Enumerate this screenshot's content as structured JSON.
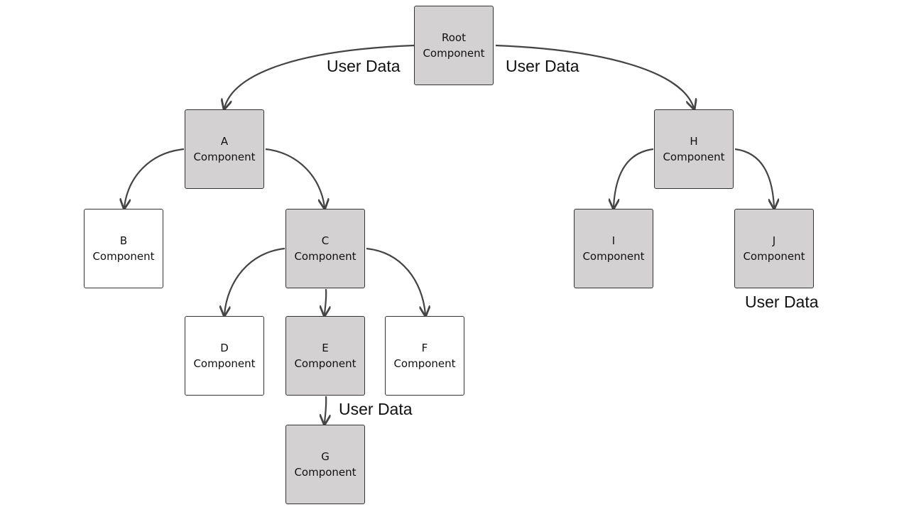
{
  "nodes": [
    {
      "id": "root",
      "name": "Root",
      "sub": "Component",
      "highlighted": true
    },
    {
      "id": "a",
      "name": "A",
      "sub": "Component",
      "highlighted": true
    },
    {
      "id": "b",
      "name": "B",
      "sub": "Component",
      "highlighted": false
    },
    {
      "id": "c",
      "name": "C",
      "sub": "Component",
      "highlighted": true
    },
    {
      "id": "d",
      "name": "D",
      "sub": "Component",
      "highlighted": false
    },
    {
      "id": "e",
      "name": "E",
      "sub": "Component",
      "highlighted": true
    },
    {
      "id": "f",
      "name": "F",
      "sub": "Component",
      "highlighted": false
    },
    {
      "id": "g",
      "name": "G",
      "sub": "Component",
      "highlighted": true
    },
    {
      "id": "h",
      "name": "H",
      "sub": "Component",
      "highlighted": true
    },
    {
      "id": "i",
      "name": "I",
      "sub": "Component",
      "highlighted": true
    },
    {
      "id": "j",
      "name": "J",
      "sub": "Component",
      "highlighted": true
    }
  ],
  "edges": [
    {
      "from": "root",
      "to": "a"
    },
    {
      "from": "root",
      "to": "h"
    },
    {
      "from": "a",
      "to": "b"
    },
    {
      "from": "a",
      "to": "c"
    },
    {
      "from": "c",
      "to": "d"
    },
    {
      "from": "c",
      "to": "e"
    },
    {
      "from": "c",
      "to": "f"
    },
    {
      "from": "e",
      "to": "g"
    },
    {
      "from": "h",
      "to": "i"
    },
    {
      "from": "h",
      "to": "j"
    }
  ],
  "labels": {
    "root_left": "User Data",
    "root_right": "User Data",
    "e_g": "User Data",
    "j_below": "User Data"
  },
  "colors": {
    "highlight_fill": "#d3d1d2",
    "plain_fill": "#ffffff",
    "edge": "#444444"
  }
}
